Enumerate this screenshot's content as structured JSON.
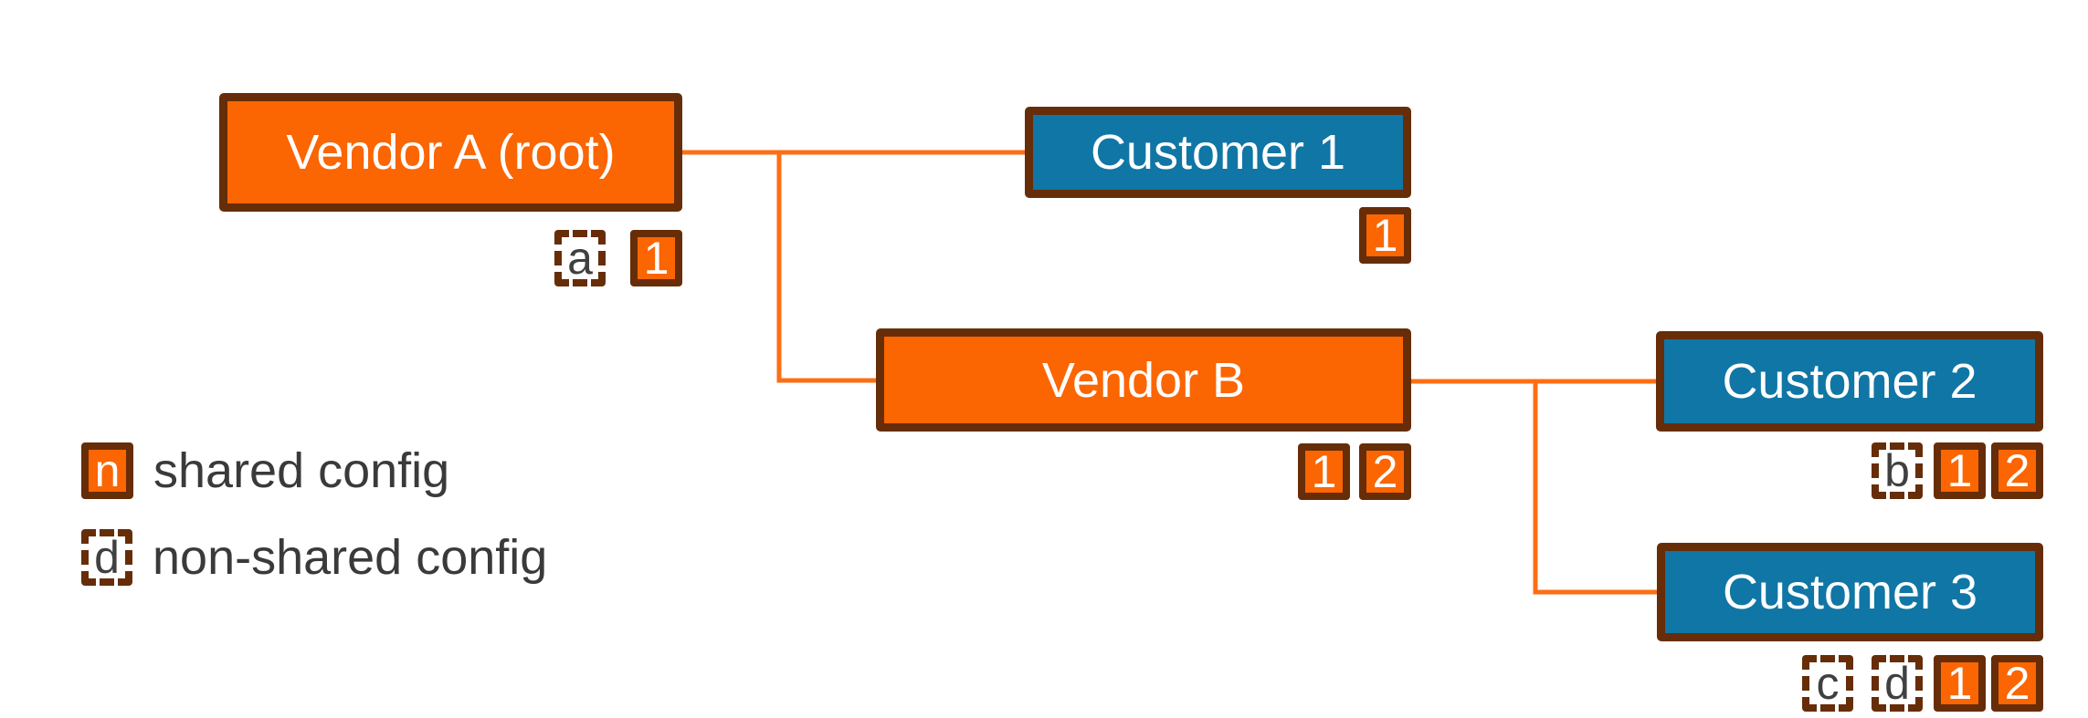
{
  "diagram": {
    "nodes": {
      "vendor_a": {
        "label": "Vendor A (root)",
        "kind": "vendor",
        "badges": [
          {
            "text": "a",
            "style": "non-shared"
          },
          {
            "text": "1",
            "style": "shared"
          }
        ]
      },
      "customer_1": {
        "label": "Customer 1",
        "kind": "customer",
        "badges": [
          {
            "text": "1",
            "style": "shared"
          }
        ]
      },
      "vendor_b": {
        "label": "Vendor B",
        "kind": "vendor",
        "badges": [
          {
            "text": "1",
            "style": "shared"
          },
          {
            "text": "2",
            "style": "shared"
          }
        ]
      },
      "customer_2": {
        "label": "Customer 2",
        "kind": "customer",
        "badges": [
          {
            "text": "b",
            "style": "non-shared"
          },
          {
            "text": "1",
            "style": "shared"
          },
          {
            "text": "2",
            "style": "shared"
          }
        ]
      },
      "customer_3": {
        "label": "Customer 3",
        "kind": "customer",
        "badges": [
          {
            "text": "c",
            "style": "non-shared"
          },
          {
            "text": "d",
            "style": "non-shared"
          },
          {
            "text": "1",
            "style": "shared"
          },
          {
            "text": "2",
            "style": "shared"
          }
        ]
      }
    },
    "edges": [
      {
        "from": "vendor_a",
        "to": "customer_1"
      },
      {
        "from": "vendor_a",
        "to": "vendor_b"
      },
      {
        "from": "vendor_b",
        "to": "customer_2"
      },
      {
        "from": "vendor_b",
        "to": "customer_3"
      }
    ],
    "legend": {
      "items": [
        {
          "symbol": "n",
          "style": "shared",
          "label": "shared config"
        },
        {
          "symbol": "d",
          "style": "non-shared",
          "label": "non-shared config"
        }
      ]
    },
    "colors": {
      "vendor_fill": "#fb6502",
      "customer_fill": "#1076a5",
      "node_border": "#662d08",
      "connector": "#fd6e14",
      "node_text": "#ffffff",
      "legend_text": "#3a3a3a",
      "badge_letter": "#404040"
    }
  }
}
